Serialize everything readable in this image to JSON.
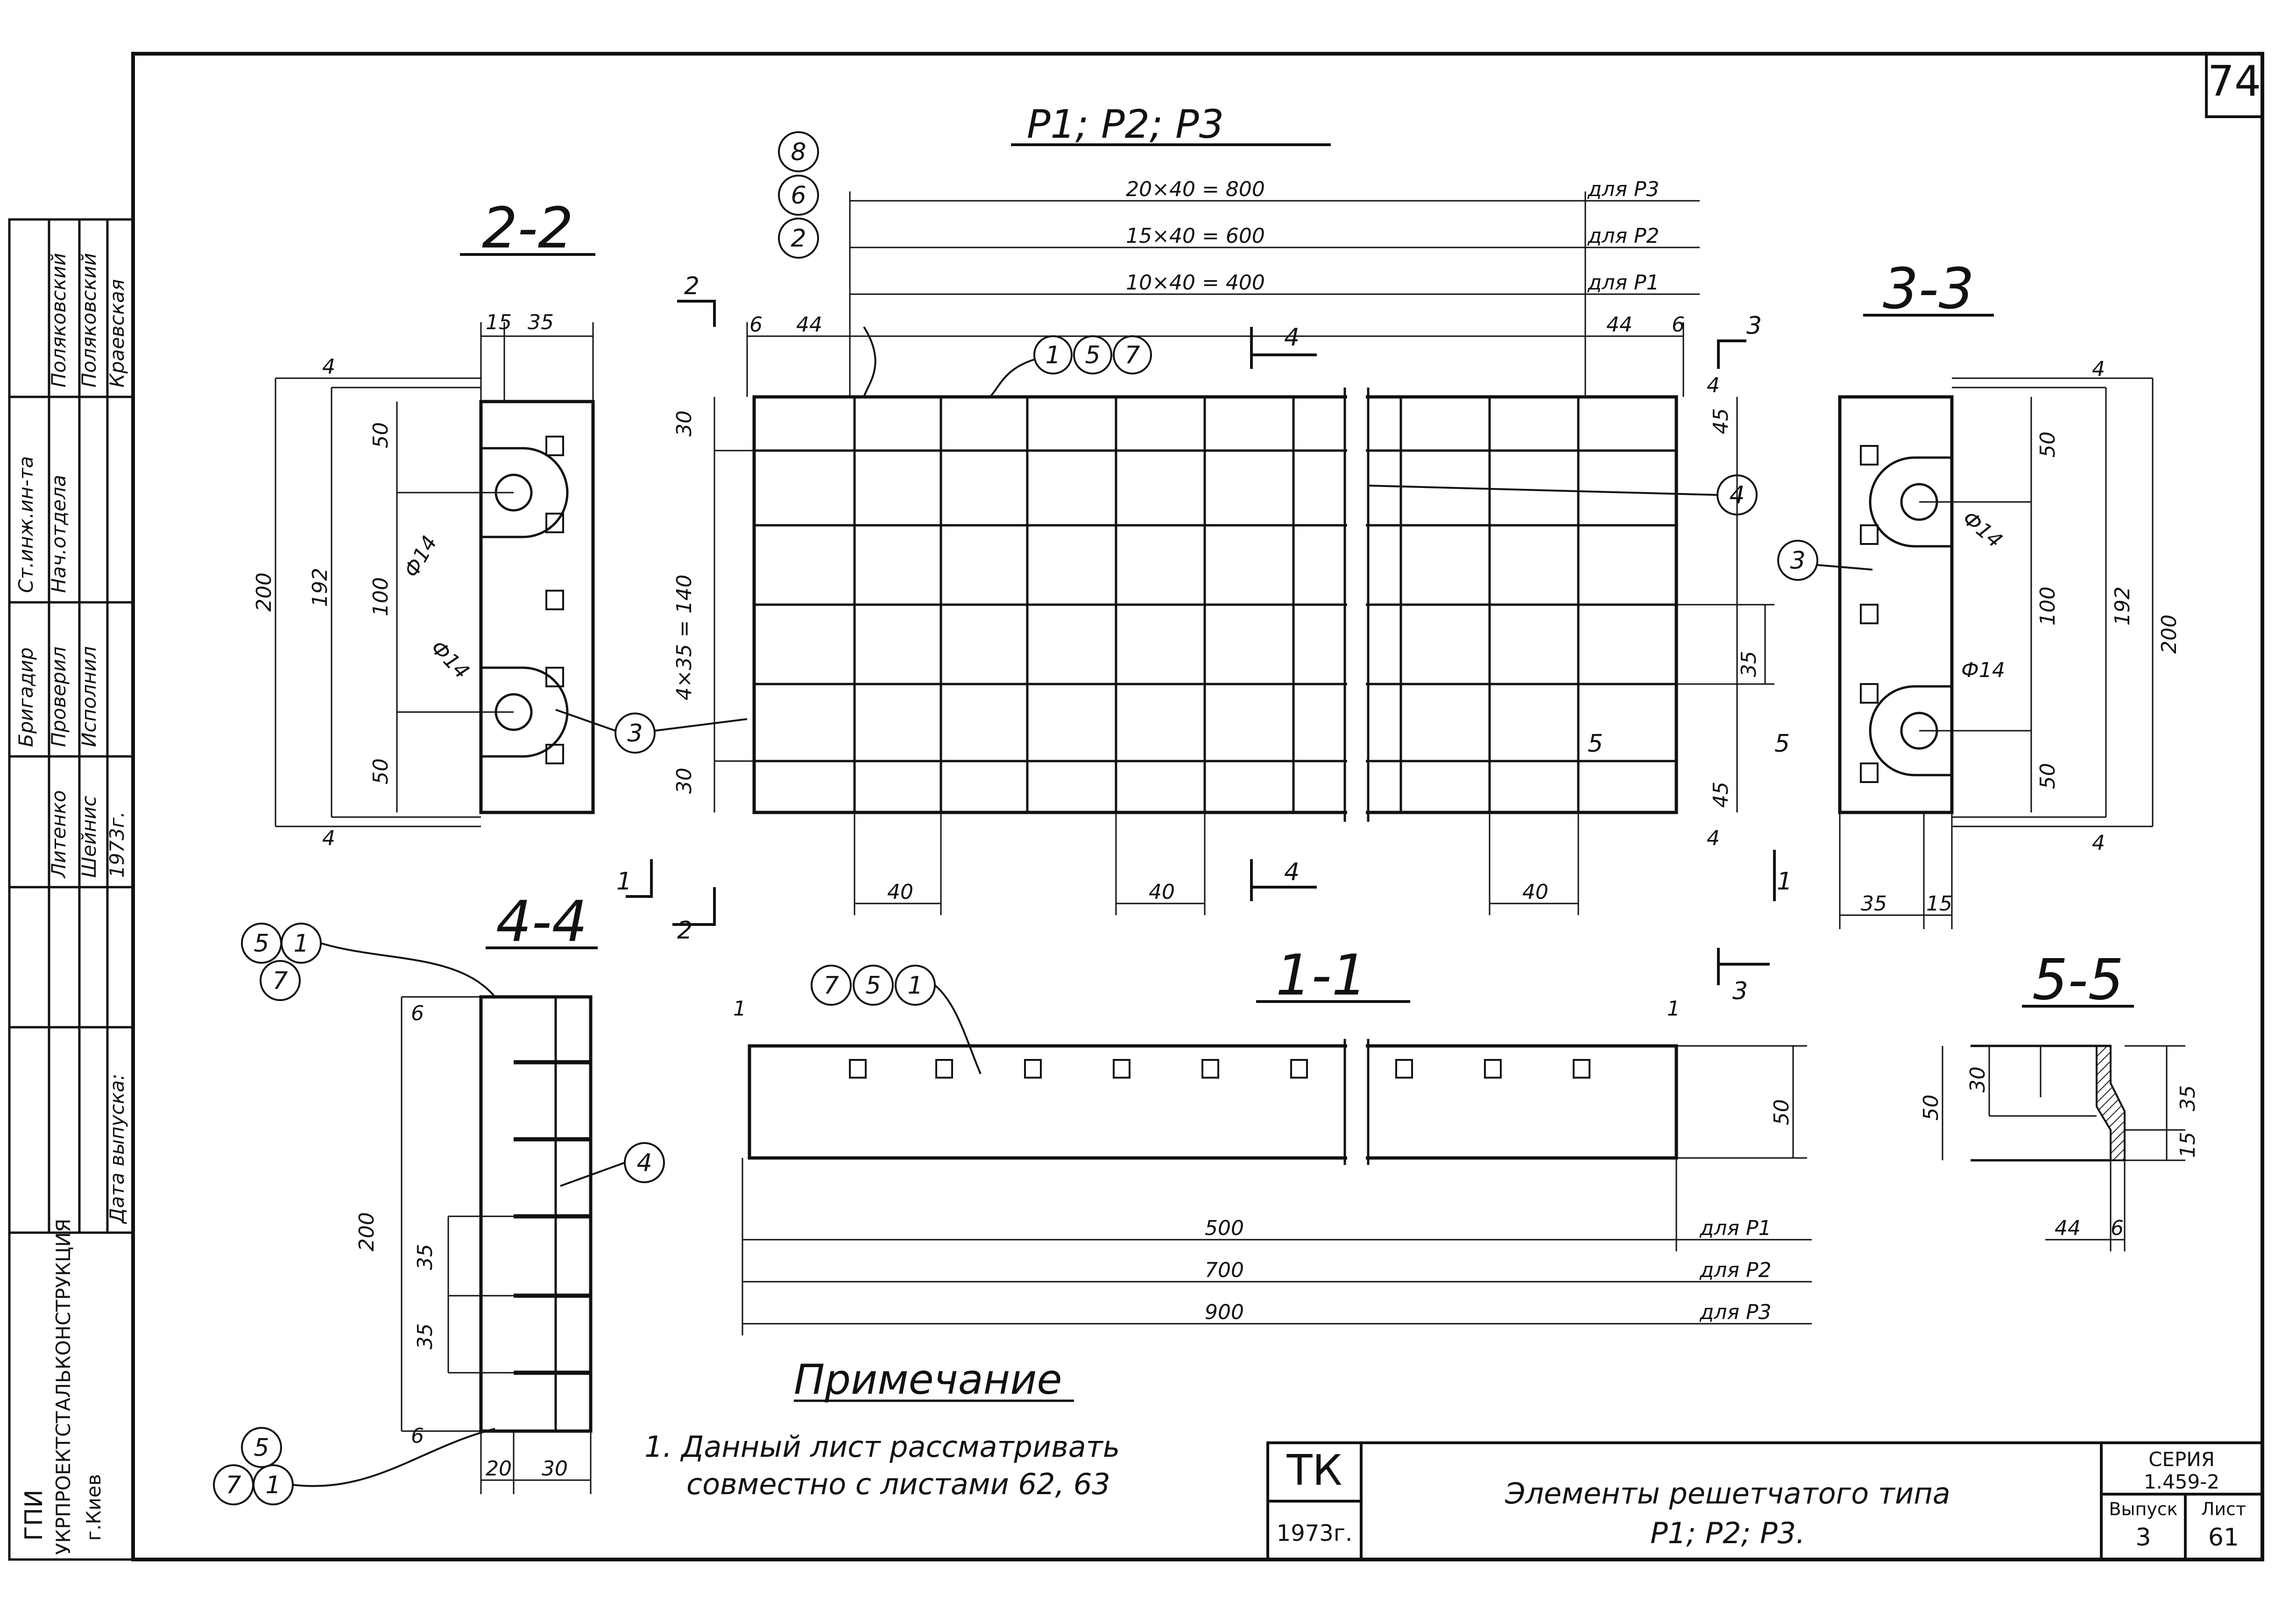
{
  "sheet_number": "74",
  "title_top": "Р1; Р2; Р3",
  "sections": {
    "s22": "2-2",
    "s33": "3-3",
    "s44": "4-4",
    "s11": "1-1",
    "s55": "5-5"
  },
  "section_marks": {
    "m2": "2",
    "m3": "3",
    "m4": "4",
    "m1": "1",
    "m5": "5"
  },
  "callouts": {
    "c1": "1",
    "c2": "2",
    "c3": "3",
    "c4": "4",
    "c5": "5",
    "c6": "6",
    "c7": "7",
    "c8": "8"
  },
  "dims_top": {
    "p3": "20×40 = 800",
    "p2": "15×40 = 600",
    "p1": "10×40 = 400",
    "for_p3": "для Р3",
    "for_p2": "для Р2",
    "for_p1": "для Р1",
    "d6": "6",
    "d44": "44",
    "d40": "40",
    "d30": "30",
    "d45": "45",
    "d4": "4",
    "d4x35": "4×35 = 140",
    "d35": "35"
  },
  "dims_22": {
    "d15": "15",
    "d35": "35",
    "d4": "4",
    "d50": "50",
    "d100": "100",
    "d200": "200",
    "d192": "192",
    "phi14": "Ф14"
  },
  "dims_33": {
    "d50": "50",
    "d100": "100",
    "d192": "192",
    "d200": "200",
    "phi14": "Ф14",
    "d35": "35",
    "d15": "15",
    "d4": "4"
  },
  "dims_44": {
    "d6": "6",
    "d200": "200",
    "d35": "35",
    "d20": "20",
    "d30": "30"
  },
  "dims_11": {
    "d1": "1",
    "d50": "50",
    "d500": "500",
    "d700": "700",
    "d900": "900",
    "for_p1": "для Р1",
    "for_p2": "для Р2",
    "for_p3": "для Р3"
  },
  "dims_55": {
    "d50": "50",
    "d30": "30",
    "d35": "35",
    "d15": "15",
    "d44": "44",
    "d6": "6"
  },
  "note": {
    "heading": "Примечание",
    "line1": "1. Данный лист рассматривать",
    "line2": "совместно с листами 62, 63"
  },
  "title_block": {
    "tk": "ТК",
    "year": "1973г.",
    "name_line1": "Элементы решетчатого типа",
    "name_line2": "Р1; Р2; Р3.",
    "series_label": "СЕРИЯ",
    "series": "1.459-2",
    "issue_label": "Выпуск",
    "issue": "3",
    "sheet_label": "Лист",
    "sheet": "61"
  },
  "side_stamp": {
    "org1": "ГПИ",
    "org2": "УКРПРОЕКТСТАЛЬКОНСТРУКЦИЯ",
    "org3": "г.Киев",
    "roles": [
      "Ст.инж.ин-та",
      "Нач.отдела",
      "Бригадир",
      "Проверил",
      "Исполнил"
    ],
    "names": [
      "Литенко",
      "Шейнис",
      "Поляковский",
      "Поляковский",
      "Краевская"
    ],
    "date_label": "Дата выпуска:",
    "date": "1973г."
  }
}
